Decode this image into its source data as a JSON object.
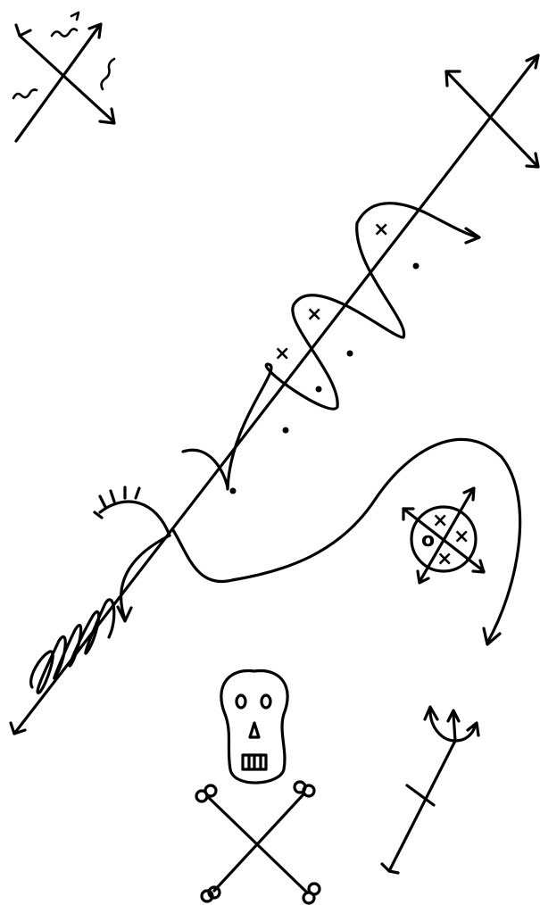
{
  "drawing": {
    "title": "",
    "ink_color": "#000000",
    "background": "#ffffff",
    "glyphs": {
      "cross": "×",
      "circle": "o"
    },
    "elements": [
      "crossed-arrows-with-squiggles",
      "crossed-double-arrows",
      "main-diagonal-line",
      "wave-with-marks",
      "coil-spring",
      "feathered-arrow",
      "s-curve-arrow",
      "marked-circle-with-arrows",
      "skull",
      "crossbones",
      "trident-arrow"
    ]
  }
}
